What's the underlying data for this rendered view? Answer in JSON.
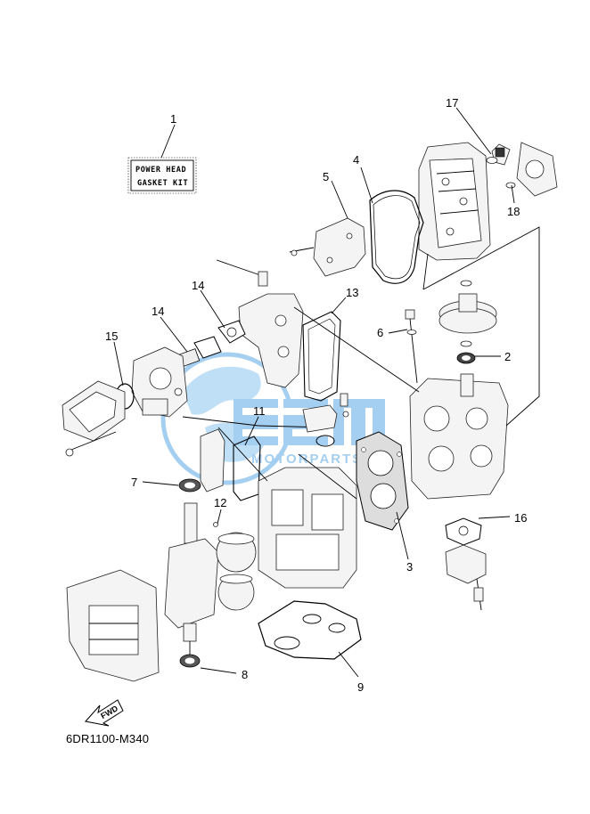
{
  "diagram": {
    "code": "6DR1100-M340",
    "kit_label_line1": "POWER HEAD",
    "kit_label_line2": "GASKET KIT",
    "fwd_label": "FWD",
    "watermark_text": "MOTORPARTS",
    "colors": {
      "line": "#000000",
      "watermark": "#5aa9e6",
      "background": "#ffffff"
    },
    "callouts": [
      {
        "number": "1"
      },
      {
        "number": "2"
      },
      {
        "number": "3"
      },
      {
        "number": "4"
      },
      {
        "number": "5"
      },
      {
        "number": "6"
      },
      {
        "number": "7"
      },
      {
        "number": "8"
      },
      {
        "number": "9"
      },
      {
        "number": "11"
      },
      {
        "number": "12"
      },
      {
        "number": "13"
      },
      {
        "number": "14"
      },
      {
        "number": "14"
      },
      {
        "number": "15"
      },
      {
        "number": "16"
      },
      {
        "number": "17"
      },
      {
        "number": "18"
      }
    ]
  }
}
